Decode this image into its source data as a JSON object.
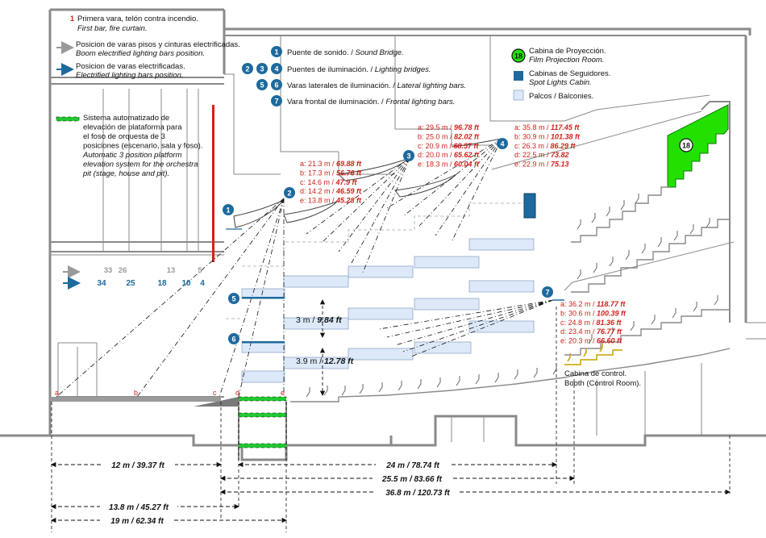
{
  "legend_left": {
    "item1_number": "1",
    "item1_es": "Primera vara, telón contra incendio.",
    "item1_en": "First bar, fire curtain.",
    "item2_es": "Posicion de varas pisos y cinturas electrificadas.",
    "item2_en": "Boom electrified lighting bars position.",
    "item3_es": "Posicion de varas electrificadas.",
    "item3_en": "Electrified lighting bars position.",
    "item4_es_lines": [
      "Sistema automatizado de",
      "elevación de plataforma para",
      "el foso de orquesta de 3",
      "posiciones (escenario, sala y foso)."
    ],
    "item4_en_lines": [
      "Automatic 3 position platform",
      "elevation system for the orchestra",
      "pit (stage, house and pit)."
    ],
    "colors": {
      "gray_arrow": "#9a9a9a",
      "blue_arrow": "#1e6a9e",
      "red": "#d0201a",
      "green": "#22c933"
    }
  },
  "legend_center": {
    "b1_num": "1",
    "b1_es": "Puente de sonido. /",
    "b1_en": "Sound Bridge.",
    "b234_nums": [
      "2",
      "3",
      "4"
    ],
    "b234_es": "Puentes de iluminación. /",
    "b234_en": "Lighting bridges.",
    "b56_nums": [
      "5",
      "6"
    ],
    "b56_es": "Varas laterales de iluminación. /",
    "b56_en": "Lateral lighting bars.",
    "b7_num": "7",
    "b7_es": "Vara frontal de iluminación. /",
    "b7_en": "Frontal lighting bars."
  },
  "legend_right": {
    "r18_num": "18",
    "r18_es": "Cabina de Proyección.",
    "r18_en": "Film Projection Room.",
    "spot_es": "Cabinas de Seguidores.",
    "spot_en": "Spot Lights Cabin.",
    "balc_label": "Palcos / Balconies.",
    "colors": {
      "projection": "#22e000",
      "spot": "#1e6a9e",
      "balcony": "#dde9f8"
    }
  },
  "bar_positions": {
    "gray_numbers": [
      "33",
      "26",
      "13",
      "5"
    ],
    "blue_numbers": [
      "34",
      "25",
      "18",
      "10",
      "4"
    ]
  },
  "bridge2": {
    "num": "2",
    "lines": [
      [
        "a: 21.3 m / ",
        "69.88 ft"
      ],
      [
        "b: 17.3 m / ",
        "56.76 ft"
      ],
      [
        "c: 14.6 m / ",
        "47.9 ft"
      ],
      [
        "d: 14.2 m / ",
        "46.59 ft"
      ],
      [
        "e: 13.8 m / ",
        "45.28 ft"
      ]
    ]
  },
  "bridge3": {
    "num": "3",
    "lines": [
      [
        "a: 29.5 m / ",
        "96.78 ft"
      ],
      [
        "b: 25.0 m / ",
        "82.02 ft"
      ],
      [
        "c: 20.9 m / ",
        "68.57 ft"
      ],
      [
        "d: 20.0 m / ",
        "65.62 ft"
      ],
      [
        "e: 18.3 m / ",
        "60.04 ft"
      ]
    ]
  },
  "bridge4": {
    "num": "4",
    "lines": [
      [
        "a: 35.8 m / ",
        "117.45 ft"
      ],
      [
        "b: 30.9 m / ",
        "101.38 ft"
      ],
      [
        "c: 26.3 m / ",
        "86.29 ft"
      ],
      [
        "d: 22.5 m / ",
        "73.82"
      ],
      [
        "e: 22.9 m / ",
        "75.13"
      ]
    ]
  },
  "bar7": {
    "num": "7",
    "lines": [
      [
        "a: 36.2 m / ",
        "118.77 ft"
      ],
      [
        "b: 30.6 m / ",
        "100.39 ft"
      ],
      [
        "c: 24.8 m / ",
        "81.36 ft"
      ],
      [
        "d: 23.4 m / ",
        "76.77 ft"
      ],
      [
        "e: 20.3 m / ",
        "66.60 ft"
      ]
    ]
  },
  "bar1_num": "1",
  "bar5_num": "5",
  "bar6_num": "6",
  "projection_num": "18",
  "control_booth": {
    "es": "Cabina de control.",
    "en": "Booth (Control Room)."
  },
  "heights": {
    "h1_a": "3 m / ",
    "h1_b": "9.84 ft",
    "h2_a": "3.9 m / ",
    "h2_b": "12.78 ft"
  },
  "points": [
    "a",
    "b",
    "c",
    "d",
    "e"
  ],
  "dimensions": {
    "d1": "12 m / 39.37 ft",
    "d2": "24 m / 78.74 ft",
    "d3": "25.5 m / 83.66 ft",
    "d4": "36.8 m / 120.73 ft",
    "d5": "13.8 m / 45.27 ft",
    "d6": "19 m / 62.34 ft"
  }
}
